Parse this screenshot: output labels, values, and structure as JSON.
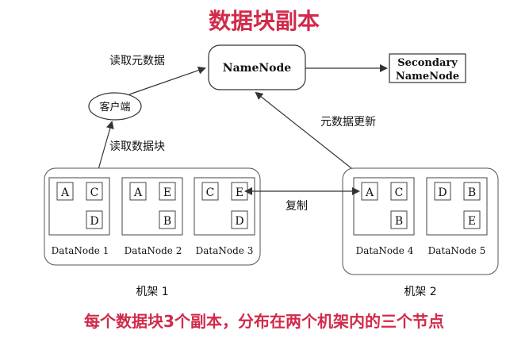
{
  "title": "数据块副本",
  "footer": "每个数据块3个副本，分布在两个机架内的三个节点",
  "colors": {
    "title": "#d12a4a",
    "footer": "#d12a4a",
    "line": "#333333",
    "text": "#111111"
  },
  "namenode": {
    "label": "NameNode"
  },
  "secondary": {
    "line1": "Secondary",
    "line2": "NameNode"
  },
  "client": {
    "label": "客户端"
  },
  "edges": {
    "read_metadata": "读取元数据",
    "read_blocks": "读取数据块",
    "metadata_update": "元数据更新",
    "replicate": "复制"
  },
  "racks": [
    {
      "label": "机架 1"
    },
    {
      "label": "机架 2"
    }
  ],
  "datanodes": [
    {
      "label": "DataNode 1",
      "blocks": [
        "A",
        "C",
        "D"
      ]
    },
    {
      "label": "DataNode 2",
      "blocks": [
        "A",
        "E",
        "B"
      ]
    },
    {
      "label": "DataNode 3",
      "blocks": [
        "C",
        "E",
        "D"
      ]
    },
    {
      "label": "DataNode 4",
      "blocks": [
        "A",
        "C",
        "B"
      ]
    },
    {
      "label": "DataNode 5",
      "blocks": [
        "D",
        "B",
        "E"
      ]
    }
  ]
}
